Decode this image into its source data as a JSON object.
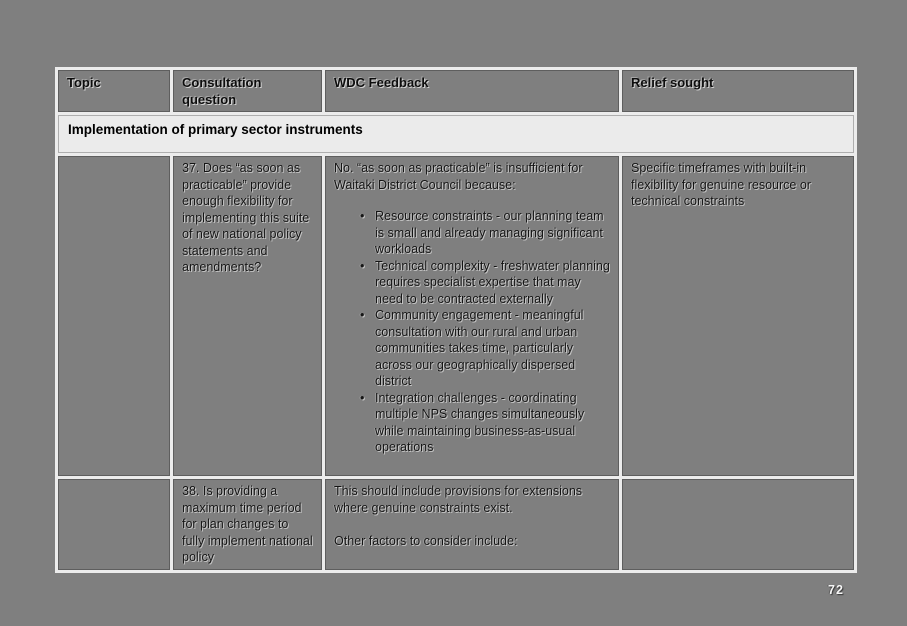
{
  "page": {
    "number": "72"
  },
  "table": {
    "columns": [
      "Topic",
      "Consultation question",
      "WDC Feedback",
      "Relief sought"
    ],
    "section_title": "Implementation of primary sector instruments",
    "rows": [
      {
        "question": "37. Does “as soon as practicable” provide enough flexibility for implementing this suite of new national policy statements and amendments?",
        "feedback_intro": "No. “as soon as practicable” is insufficient for Waitaki District Council because:",
        "feedback_bullets": [
          "Resource constraints - our planning team is small and already managing significant workloads",
          "Technical complexity - freshwater planning requires specialist expertise that may need to be contracted externally",
          "Community engagement - meaningful consultation with our rural and urban communities takes time, particularly across our geographically dispersed district",
          "Integration challenges - coordinating multiple NPS changes simultaneously while maintaining business-as-usual operations"
        ],
        "relief": "Specific timeframes with built-in flexibility for genuine resource or technical constraints"
      },
      {
        "question": "38. Is providing a maximum time period for plan changes to fully implement national policy",
        "feedback_para_1": "This should include provisions for extensions where genuine constraints exist.",
        "feedback_para_2": "Other factors to consider include:"
      }
    ]
  }
}
